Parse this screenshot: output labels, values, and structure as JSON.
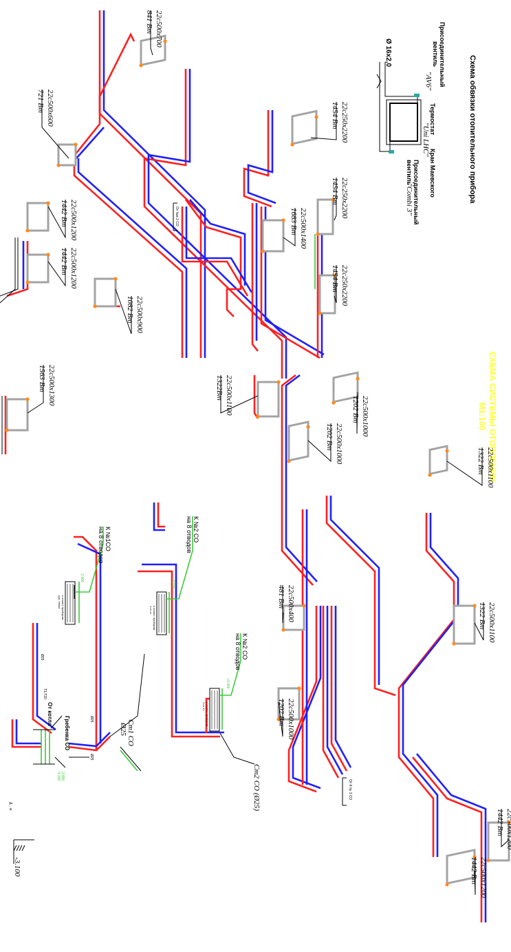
{
  "title": {
    "line1": "СХЕМА СИСТЕМЫ ОТОПЛЕНИЯ",
    "line2": "М1:100",
    "color": "#ffff33"
  },
  "legend": {
    "title": "Схема обвязки отопительного прибора",
    "termostat": "Термостат",
    "termostat_brand": "\"Uni LHC\"",
    "kran": "Кран Маевского",
    "ventil_av6_1": "Присоединительный",
    "ventil_av6_2": "вентиль",
    "ventil_av6_brand": "\"AV6\"",
    "ventil_combi_1": "Присоединительный",
    "ventil_combi_2": "вентиль",
    "ventil_combi_brand": "\"Combi 3\"",
    "pipe": "Ø 16х2,0"
  },
  "radiators": [
    {
      "type": "22с500х700",
      "power": "841 Вт"
    },
    {
      "type": "22с500х600",
      "power": "721 Вт"
    },
    {
      "type": "22с250х2200",
      "power": "1454 Вт"
    },
    {
      "type": "22с250х2200",
      "power": "1454 Вт"
    },
    {
      "type": "22с500х1400",
      "power": "1683 Вт"
    },
    {
      "type": "22с250х2200",
      "power": "1454 Вт"
    },
    {
      "type": "22с500х1200",
      "power": "1442 Вт"
    },
    {
      "type": "22с500х1200",
      "power": "1442 Вт"
    },
    {
      "type": "22с500х900",
      "power": "1082 Вт"
    },
    {
      "type": "22с500х1300",
      "power": "1563 Вт"
    },
    {
      "type": "22с500х1100",
      "power": "1322Вт"
    },
    {
      "type": "22с500х1000",
      "power": "1202 Вт"
    },
    {
      "type": "22с500х1000",
      "power": "1202 Вт"
    },
    {
      "type": "22с500х1100",
      "power": "1322 Вт"
    },
    {
      "type": "22с500х400",
      "power": "481 Вт"
    },
    {
      "type": "22с500х1100",
      "power": "1322 Вт"
    },
    {
      "type": "22с500х1000",
      "power": "1202 Вт"
    },
    {
      "type": "22с500х1200",
      "power": "1442 Вт"
    },
    {
      "type": "22с500х1200",
      "power": "1442 Вт"
    }
  ],
  "branches": {
    "from_co2": "От №а 2 СО",
    "from_co3": "От К № 3 СО"
  },
  "collectors": {
    "k1": {
      "title": "К №1СО",
      "sub": "на 8 отводов",
      "note1": "к отопит. приборам",
      "note2": "цок. этажа",
      "level": "-2.800"
    },
    "k2a": {
      "title": "К №2 СО",
      "sub": "на 8 отводов",
      "note1": "к отопит. приборам",
      "note2": "1-го эт.",
      "level": "±0.000"
    },
    "k2b": {
      "title": "К №2 СО",
      "sub": "на 8 отводов",
      "note1": "к отопит. приборам",
      "note2": "2-го эт.",
      "level": "+3.000"
    }
  },
  "risers": {
    "st1": "Ст1 СО",
    "st1_d": "Ø25",
    "st2": "Ст2 СО (Ø25)",
    "comb": "Гребенка СО",
    "from_boiler": "От котла",
    "t1": "Т1,Т20",
    "d25a": "Ø25",
    "d25b": "Ø25",
    "d25c": "Ø25",
    "lvl_a": "-2.800",
    "lvl_b": "-3.100",
    "mark_d": "Д....ж",
    "level": "-3.100"
  }
}
